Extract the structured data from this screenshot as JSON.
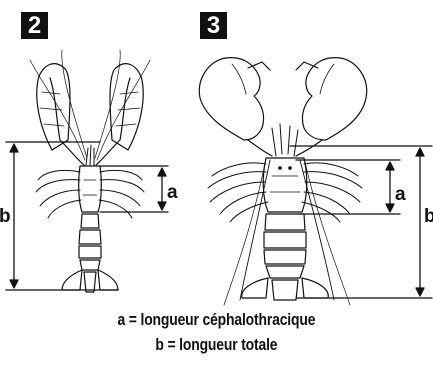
{
  "figures": [
    {
      "number": "2",
      "labels": {
        "a": "a",
        "b": "b"
      }
    },
    {
      "number": "3",
      "labels": {
        "a": "a",
        "b": "b"
      }
    }
  ],
  "legend": {
    "a": "a = longueur céphalothracique",
    "b": "b = longueur totale"
  },
  "colors": {
    "ink": "#111111",
    "background": "#ffffff"
  }
}
